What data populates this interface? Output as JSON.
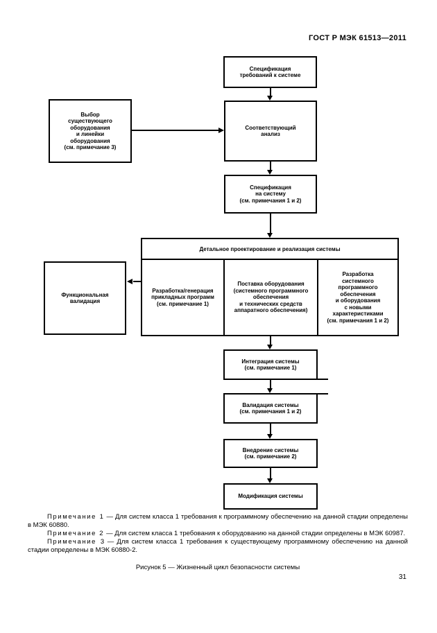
{
  "header": {
    "standard": "ГОСТ Р МЭК 61513—2011"
  },
  "flowchart": {
    "spec_requirements": "Спецификация\nтребований к системе",
    "select_existing": "Выбор\nсуществующего\nоборудования\nи линейки\nоборудования\n(см. примечание 3)",
    "analysis": "Соответствующий\nанализ",
    "system_spec": "Спецификация\nна систему\n(см. примечания 1 и 2)",
    "detailed_design": {
      "title": "Детальное проектирование и реализация системы",
      "app_dev": "Разработка/генерация\nприкладных программ\n(см. примечание 1)",
      "equipment_supply": "Поставка оборудования\n(системного программного\nобеспечения\nи технических средств\nаппаратного обеспечения)",
      "new_dev": "Разработка\nсистемного\nпрограммного\nобеспечения\nи оборудования\nс новыми\nхарактеристиками\n(см. примечания 1 и 2)"
    },
    "functional_validation": "Функциональная\nвалидация",
    "integration": "Интеграция системы\n(см. примечание 1)",
    "validation": "Валидация системы\n(см. примечания 1 и 2)",
    "deployment": "Внедрение системы\n(см. примечание 2)",
    "modification": "Модификация системы"
  },
  "notes": [
    {
      "label": "Примечание 1",
      "text": "— Для систем класса 1 требования к программному обеспечению на данной стадии определены в МЭК 60880."
    },
    {
      "label": "Примечание 2",
      "text": "— Для систем класса 1 требования к оборудованию на данной стадии определены в МЭК 60987."
    },
    {
      "label": "Примечание 3",
      "text": "— Для систем класса 1 требования к существующему программному обеспечению на данной стадии определены в МЭК 60880-2."
    }
  ],
  "caption": "Рисунок 5 — Жизненный цикл безопасности системы",
  "page_number": "31",
  "colors": {
    "ink": "#000000",
    "paper": "#ffffff"
  }
}
